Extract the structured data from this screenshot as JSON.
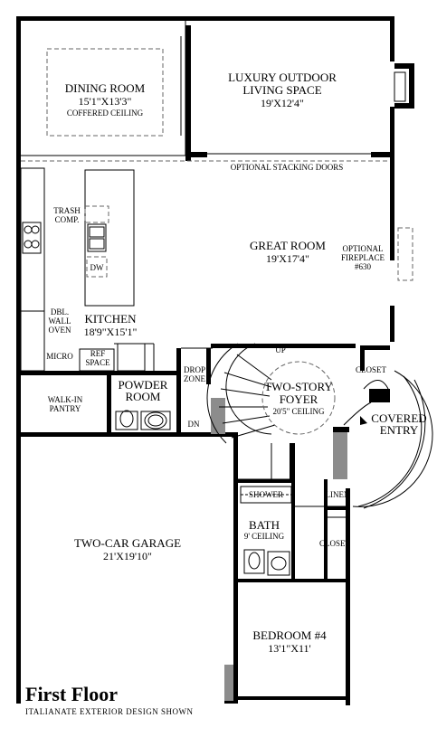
{
  "rooms": {
    "dining": {
      "name": "DINING ROOM",
      "size": "15'1\"X13'3\"",
      "note": "COFFERED CEILING"
    },
    "outdoor": {
      "name1": "LUXURY OUTDOOR",
      "name2": "LIVING SPACE",
      "size": "19'X12'4\""
    },
    "stacking": {
      "name": "OPTIONAL STACKING DOORS"
    },
    "great": {
      "name": "GREAT ROOM",
      "size": "19'X17'4\""
    },
    "fireplace": {
      "l1": "OPTIONAL",
      "l2": "FIREPLACE",
      "l3": "#630"
    },
    "trash": {
      "l1": "TRASH",
      "l2": "COMP."
    },
    "dw": {
      "name": "DW"
    },
    "oven": {
      "l1": "DBL.",
      "l2": "WALL",
      "l3": "OVEN"
    },
    "kitchen": {
      "name": "KITCHEN",
      "size": "18'9\"X15'1\""
    },
    "micro": {
      "name": "MICRO"
    },
    "ref": {
      "l1": "REF",
      "l2": "SPACE"
    },
    "pantry": {
      "l1": "WALK-IN",
      "l2": "PANTRY"
    },
    "powder": {
      "l1": "POWDER",
      "l2": "ROOM"
    },
    "drop": {
      "l1": "DROP",
      "l2": "ZONE"
    },
    "dn": {
      "name": "DN"
    },
    "up": {
      "name": "UP"
    },
    "foyer": {
      "l1": "TWO-STORY",
      "l2": "FOYER",
      "size": "20'5\" CEILING"
    },
    "closet1": {
      "name": "CLOSET"
    },
    "entry": {
      "l1": "COVERED",
      "l2": "ENTRY"
    },
    "garage": {
      "name": "TWO-CAR GARAGE",
      "size": "21'X19'10\""
    },
    "shower": {
      "name": "SHOWER"
    },
    "linen": {
      "name": "LINEN"
    },
    "bath": {
      "name": "BATH",
      "note": "9' CEILING"
    },
    "closet2": {
      "name": "CLOSET"
    },
    "bedroom": {
      "name": "BEDROOM #4",
      "size": "13'1\"X11'"
    }
  },
  "title": {
    "main": "First Floor",
    "sub": "ITALIANATE EXTERIOR DESIGN SHOWN"
  }
}
